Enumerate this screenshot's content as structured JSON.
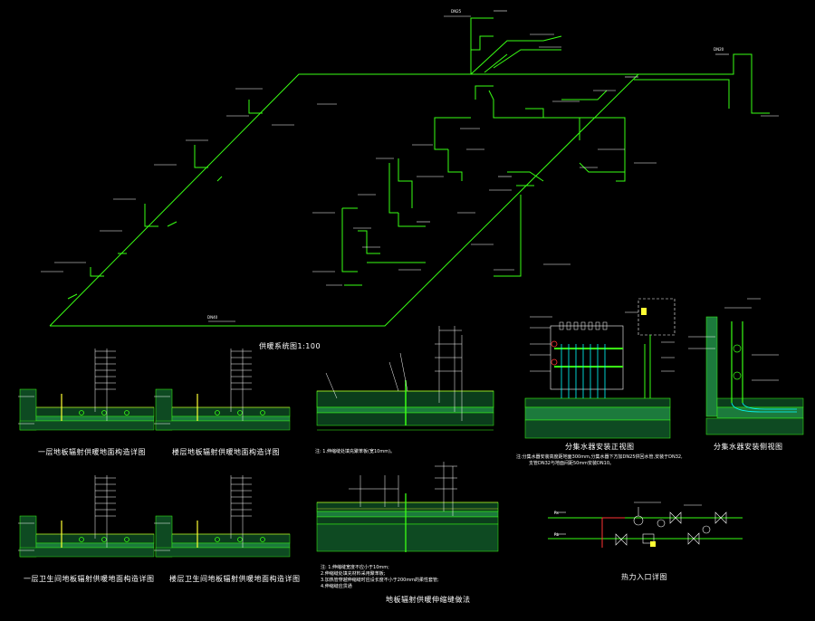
{
  "captions": {
    "system_plan": "供暖系统图1:100",
    "detail_1": "一层地板辐射供暖地面构造详图",
    "detail_2": "楼层地板辐射供暖地面构造详图",
    "detail_3": "一层卫生间地板辐射供暖地面构造详图",
    "detail_4": "楼层卫生间地板辐射供暖地面构造详图",
    "manifold_front": "分集水器安装正视图",
    "manifold_side": "分集水器安装侧视图",
    "heat_entry": "热力入口详图",
    "pipe_joint": "地板辐射供暖伸缩缝做法"
  },
  "notes": {
    "manifold": [
      "注:分集水器安装高度距地面300mm,分集水器下方加DN25供回水管,安装于DN32,",
      "支管DN32与地面间距50mm安装DN10。"
    ],
    "joint_1": "注: 1.伸缩缝处填充聚苯板(宽10mm)。",
    "joint_2": [
      "注: 1.伸缩缝宽度不应小于10mm;",
      "    2.伸缩缝处填充材料采用聚苯板;",
      "    3.加热管穿越伸缩缝时应设长度不小于200mm的柔性套管;",
      "    4.伸缩缝应贯通"
    ]
  },
  "colors": {
    "pipe": "#39ff14",
    "leader": "#ffffff",
    "insulation": "#ffff33",
    "accent": "#00ffff",
    "valve": "#ff3333",
    "slab": "#1c7a3c"
  }
}
